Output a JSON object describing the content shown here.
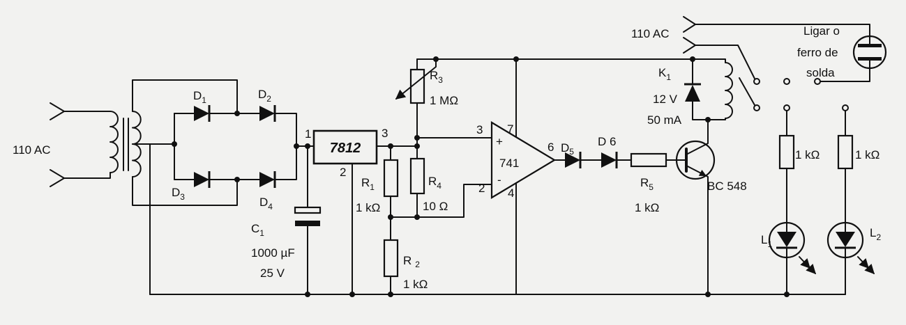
{
  "colors": {
    "ink": "#111111",
    "paper": "#f2f2f0"
  },
  "left_input": {
    "label": "110 AC"
  },
  "bridge": {
    "d1": {
      "name": "D",
      "sub": "1"
    },
    "d2": {
      "name": "D",
      "sub": "2"
    },
    "d3": {
      "name": "D",
      "sub": "3"
    },
    "d4": {
      "name": "D",
      "sub": "4"
    }
  },
  "capacitor": {
    "name": "C",
    "sub": "1",
    "value": "1000 µF",
    "voltage": "25 V"
  },
  "regulator": {
    "part": "7812",
    "pin_in": "1",
    "pin_gnd": "2",
    "pin_out": "3"
  },
  "resistors": {
    "r1": {
      "name": "R",
      "sub": "1",
      "value": "1 kΩ"
    },
    "r2": {
      "name": "R",
      "sub": "2",
      "value": "1 kΩ"
    },
    "r3": {
      "name": "R",
      "sub": "3",
      "value": "1 MΩ"
    },
    "r4": {
      "name": "R",
      "sub": "4",
      "value": "10 Ω"
    },
    "r5": {
      "name": "R",
      "sub": "5",
      "value": "1 kΩ"
    },
    "r_led1": {
      "value": "1 kΩ"
    },
    "r_led2": {
      "value": "1 kΩ"
    }
  },
  "opamp": {
    "part": "741",
    "pin_noninv": "3",
    "pin_inv": "2",
    "pin_out": "6",
    "pin_supply": "7",
    "pin_ground": "4",
    "plus": "+",
    "minus": "-"
  },
  "diodes": {
    "d5": {
      "name": "D",
      "sub": "5"
    },
    "d6": {
      "label": "D 6"
    }
  },
  "transistor": {
    "part": "BC 548"
  },
  "relay": {
    "name": "K",
    "sub": "1",
    "voltage": "12 V",
    "current": "50 mA"
  },
  "mains": {
    "label": "110 AC",
    "socket_lines": [
      "Ligar o",
      "ferro de",
      "solda"
    ]
  },
  "leds": {
    "l1": {
      "name": "L",
      "sub": "1"
    },
    "l2": {
      "name": "L",
      "sub": "2"
    }
  }
}
